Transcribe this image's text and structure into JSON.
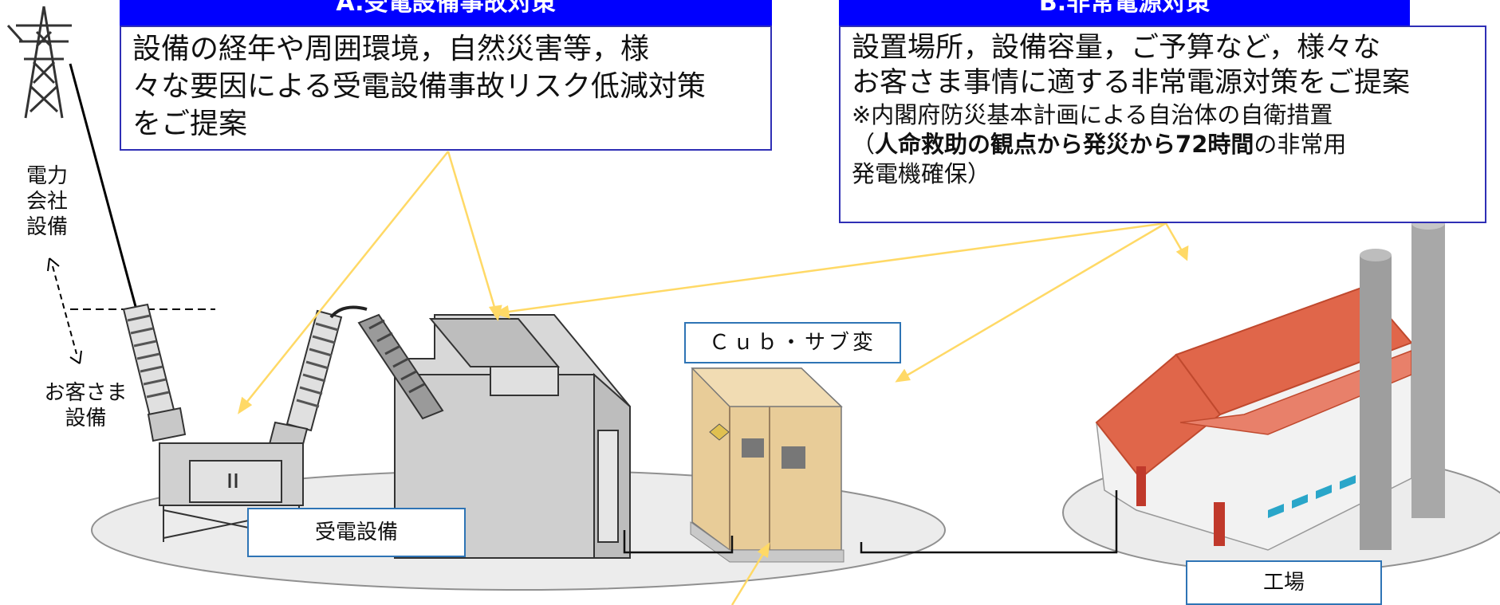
{
  "header_a": "A.受電設備事故対策",
  "header_b": "B.非常電源対策",
  "box_a": {
    "line1": "設備の経年や周囲環境，自然災害等，様",
    "line2": "々な要因による受電設備事故リスク低減対策",
    "line3": "をご提案"
  },
  "box_b": {
    "line1": "設置場所，設備容量，ご予算など，様々な",
    "line2": "お客さま事情に適する非常電源対策をご提案",
    "note1": "※内閣府防災基本計画による自治体の自衛措置",
    "note2_prefix": "（",
    "note2_bold": "人命救助の観点から発災から72時間",
    "note2_suffix": "の非常用",
    "note3": "発電機確保）"
  },
  "utility_label": [
    "電力",
    "会社",
    "設備"
  ],
  "customer_label": [
    "お客さま",
    "設備"
  ],
  "labels": {
    "cub": "Ｃｕｂ・サブ変",
    "receiving": "受電設備",
    "factory": "工場"
  },
  "colors": {
    "header_bg": "#0000ff",
    "arrow": "#ffd966",
    "box_border": "#2f2fb5",
    "label_border": "#2e74b5",
    "roof": "#e0664a",
    "cabinet": "#e8cc98"
  }
}
